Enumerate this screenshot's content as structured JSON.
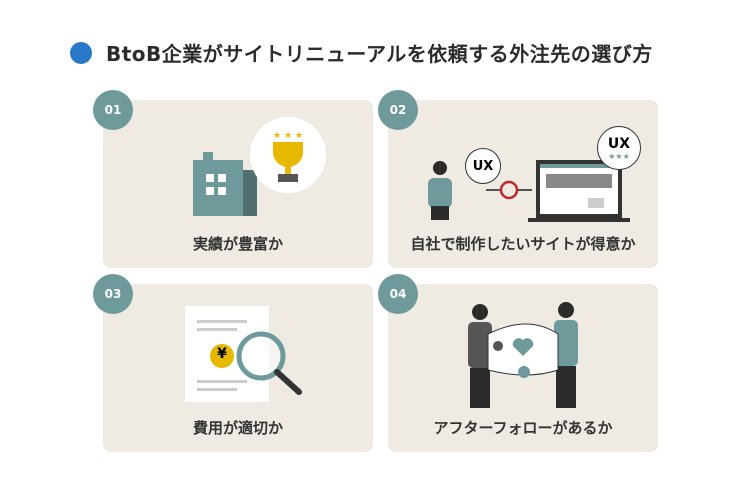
{
  "title": "BtoB企業がサイトリニューアルを依頼する外注先の選び方",
  "colors": {
    "accent": "#2a78c8",
    "badge": "#6e9a9b",
    "card": "#efebe3"
  },
  "cards": [
    {
      "number": "01",
      "label": "実績が豊富か"
    },
    {
      "number": "02",
      "label": "自社で制作したいサイトが得意か",
      "bubble_left": "UX",
      "bubble_right": "UX"
    },
    {
      "number": "03",
      "label": "費用が適切か",
      "currency": "¥"
    },
    {
      "number": "04",
      "label": "アフターフォローがあるか"
    }
  ]
}
